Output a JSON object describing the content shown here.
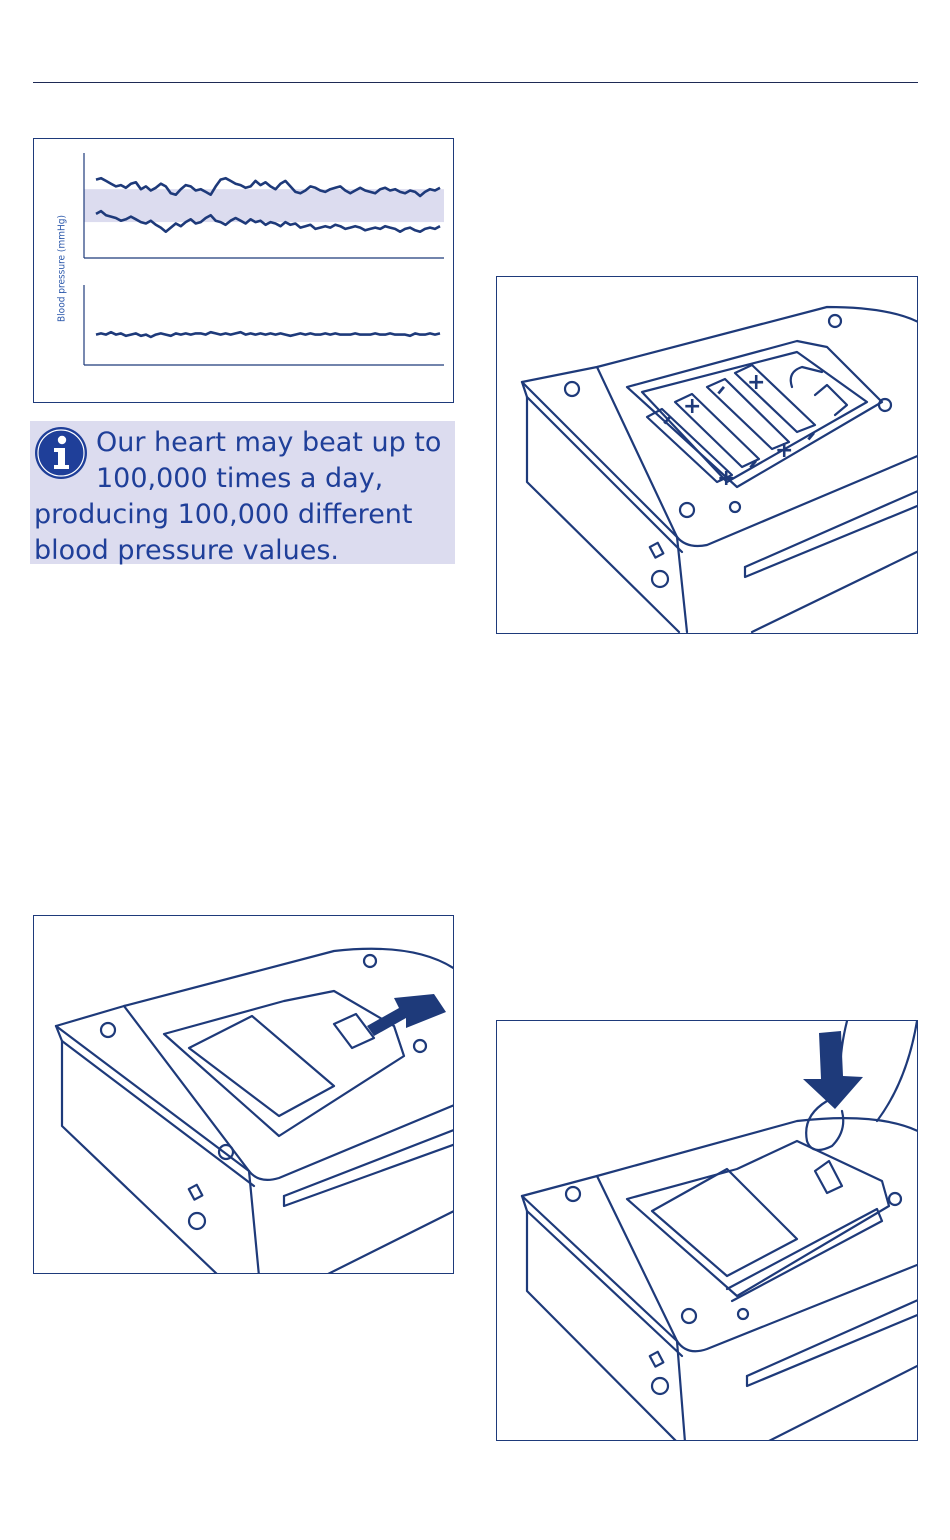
{
  "chart_data": {
    "type": "line",
    "ylabel": "Blood pressure (mmHg)",
    "panels": [
      {
        "name": "",
        "series": [
          {
            "name": "",
            "values": [
              65,
              66,
              64,
              62,
              60,
              61,
              59,
              62,
              63,
              58,
              60,
              57,
              59,
              62,
              60,
              55,
              54,
              58,
              61,
              60,
              57,
              58,
              56,
              54,
              60,
              65,
              66,
              64,
              62,
              61,
              59,
              60,
              64,
              61,
              63,
              60,
              58,
              62,
              64,
              60,
              56,
              55,
              57,
              60,
              59,
              57,
              56,
              58,
              59,
              60,
              57,
              55,
              57,
              59,
              57,
              56,
              55,
              58,
              59,
              57,
              58,
              56,
              55,
              57,
              56,
              53,
              56,
              58,
              57,
              59
            ]
          },
          {
            "name": "",
            "values": [
              40,
              42,
              39,
              38,
              37,
              35,
              36,
              38,
              36,
              34,
              33,
              35,
              32,
              30,
              27,
              30,
              33,
              31,
              34,
              36,
              33,
              34,
              37,
              39,
              35,
              34,
              32,
              35,
              37,
              35,
              33,
              36,
              34,
              35,
              32,
              34,
              33,
              31,
              34,
              32,
              33,
              30,
              31,
              32,
              29,
              30,
              31,
              30,
              32,
              31,
              29,
              30,
              31,
              30,
              28,
              29,
              30,
              29,
              31,
              30,
              29,
              27,
              29,
              30,
              28,
              27,
              29,
              30,
              29,
              31
            ]
          }
        ],
        "band": [
          34,
          58
        ]
      },
      {
        "name": "",
        "series": [
          {
            "name": "",
            "values": [
              22,
              23,
              22,
              24,
              22,
              23,
              21,
              22,
              23,
              21,
              22,
              20,
              22,
              23,
              22,
              21,
              23,
              22,
              23,
              22,
              23,
              23,
              22,
              24,
              23,
              22,
              23,
              22,
              23,
              24,
              22,
              23,
              22,
              23,
              22,
              23,
              22,
              23,
              22,
              21,
              22,
              23,
              22,
              23,
              22,
              22,
              23,
              22,
              23,
              22,
              22,
              22,
              23,
              22,
              22,
              22,
              23,
              22,
              22,
              23,
              22,
              22,
              22,
              21,
              23,
              22,
              22,
              23,
              22,
              23
            ]
          }
        ]
      }
    ]
  },
  "info": {
    "icon": "info-icon",
    "text": "Our heart may beat up to 100,000 times a day, producing 100,000 different blood pressure values."
  },
  "figures": [
    {
      "name": "battery-compartment-open"
    },
    {
      "name": "battery-cover-slide"
    },
    {
      "name": "battery-cover-press"
    }
  ],
  "colors": {
    "accent": "#1e3a7a",
    "band": "#dcdcef",
    "info_bg": "#dcdcef"
  }
}
